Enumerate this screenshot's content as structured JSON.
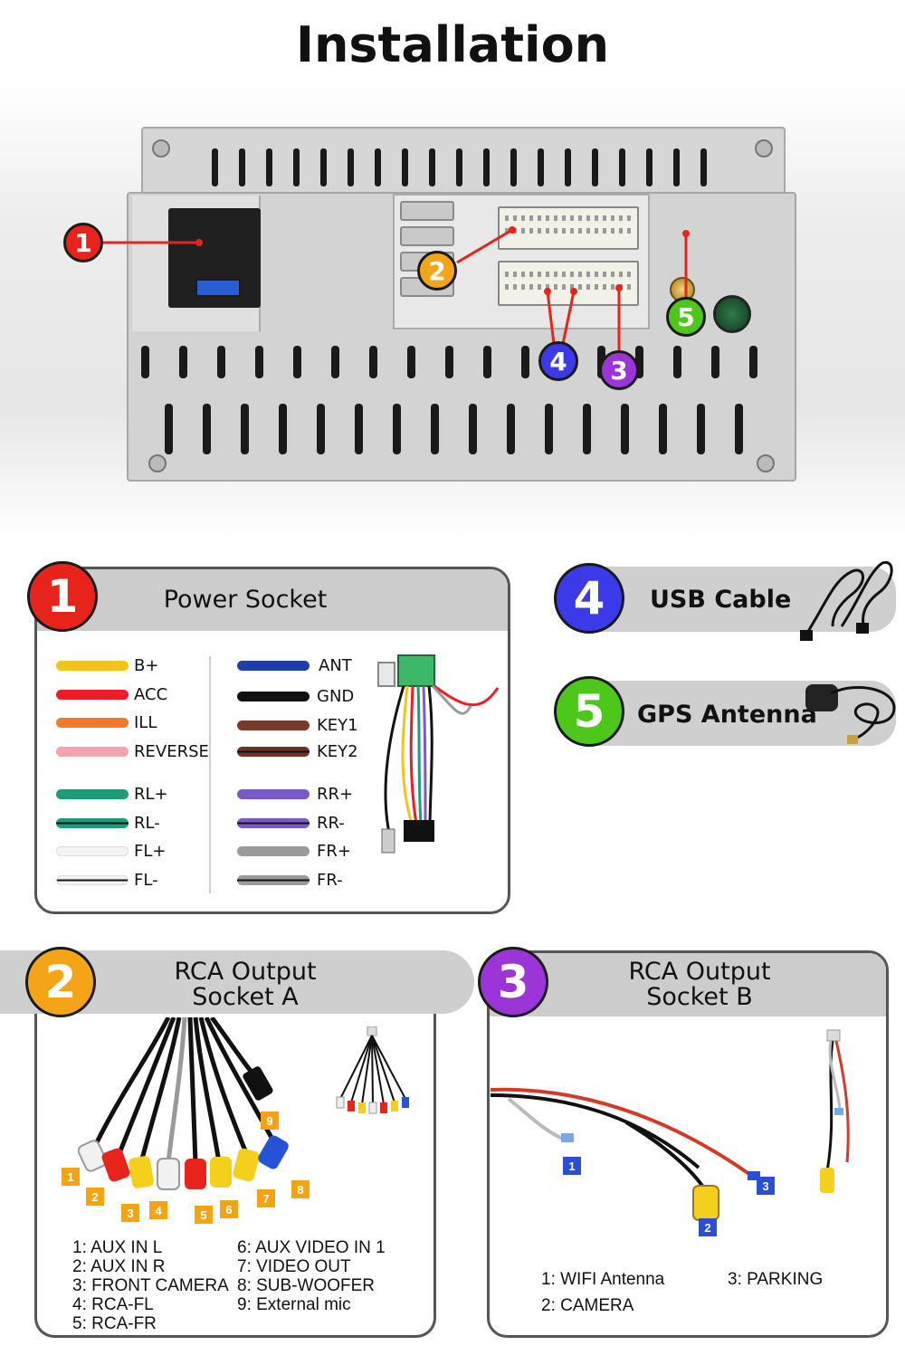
{
  "title": "Installation",
  "callouts": [
    "1",
    "2",
    "3",
    "4",
    "5"
  ],
  "power": {
    "num": "1",
    "title": "Power Socket",
    "left_wires": [
      {
        "label": "B+",
        "color": "#f4c21c"
      },
      {
        "label": "ACC",
        "color": "#ee1c25"
      },
      {
        "label": "ILL",
        "color": "#f07a2c"
      },
      {
        "label": "REVERSE",
        "color": "#f6a3b0"
      },
      {
        "label": "RL+",
        "color": "#1e9b7a"
      },
      {
        "label": "RL-",
        "color": "#1e9b7a"
      },
      {
        "label": "FL+",
        "color": "#f4f4f4"
      },
      {
        "label": "FL-",
        "color": "#f4f4f4"
      }
    ],
    "right_wires": [
      {
        "label": "ANT",
        "color": "#1e3fa8"
      },
      {
        "label": "GND",
        "color": "#111111"
      },
      {
        "label": "KEY1",
        "color": "#7a3a2c"
      },
      {
        "label": "KEY2",
        "color": "#6b3326"
      },
      {
        "label": "RR+",
        "color": "#7a5ac8"
      },
      {
        "label": "RR-",
        "color": "#7a5ac8"
      },
      {
        "label": "FR+",
        "color": "#9a9a9a"
      },
      {
        "label": "FR-",
        "color": "#9a9a9a"
      }
    ]
  },
  "usb": {
    "num": "4",
    "title": "USB Cable"
  },
  "gps": {
    "num": "5",
    "title": "GPS Antenna"
  },
  "rca_a": {
    "num": "2",
    "title_line1": "RCA Output",
    "title_line2": "Socket A",
    "tags": [
      "1",
      "2",
      "3",
      "4",
      "5",
      "6",
      "7",
      "8",
      "9"
    ],
    "legend_left": [
      "1: AUX IN L",
      "2: AUX IN R",
      "3: FRONT CAMERA",
      "4: RCA-FL",
      "5: RCA-FR"
    ],
    "legend_right": [
      "6: AUX VIDEO IN 1",
      "7: VIDEO OUT",
      "8: SUB-WOOFER",
      "9: External mic"
    ]
  },
  "rca_b": {
    "num": "3",
    "title_line1": "RCA Output",
    "title_line2": "Socket B",
    "tags": [
      "1",
      "2",
      "3"
    ],
    "legend": [
      "1: WIFI Antenna",
      "3: PARKING",
      "2: CAMERA"
    ]
  }
}
